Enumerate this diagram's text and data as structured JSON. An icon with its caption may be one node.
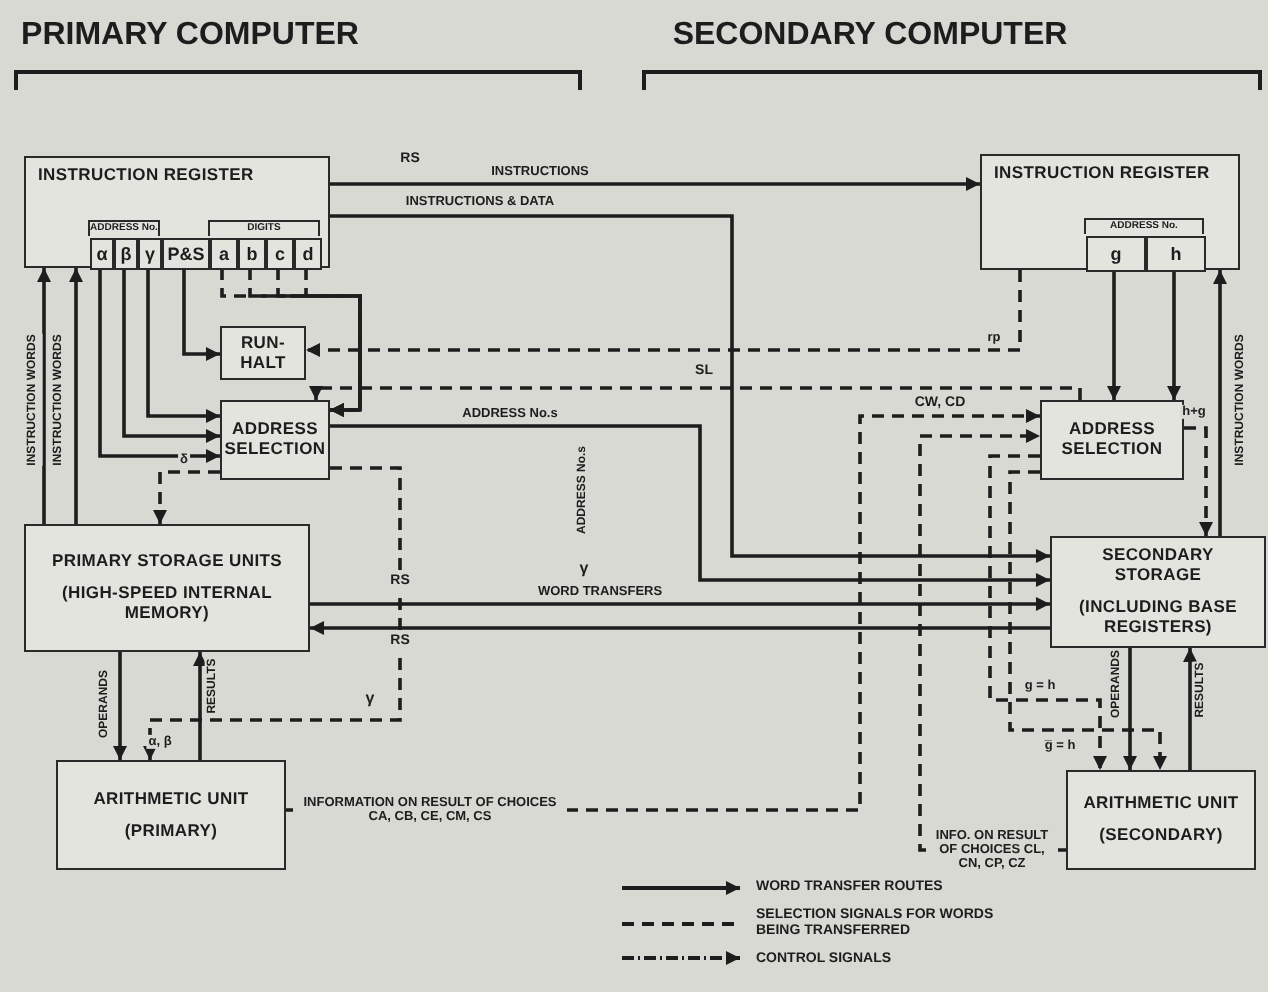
{
  "diagram": {
    "nodes": [
      {
        "text": [
          "INSTRUCTION REGISTER"
        ]
      },
      {
        "text": [
          "α"
        ],
        "in": 0
      },
      {
        "text": [
          "β"
        ],
        "in": 0
      },
      {
        "text": [
          "γ"
        ],
        "in": 0
      },
      {
        "text": [
          "P&S"
        ],
        "in": 0
      },
      {
        "text": [
          "a"
        ],
        "in": 0
      },
      {
        "text": [
          "b"
        ],
        "in": 0
      },
      {
        "text": [
          "c"
        ],
        "in": 0
      },
      {
        "text": [
          "d"
        ],
        "in": 0
      },
      {
        "text": [
          "RUN- HALT"
        ]
      },
      {
        "text": [
          "ADDRESS SELECTION"
        ]
      },
      {
        "text": [
          "PRIMARY STORAGE UNITS",
          "(HIGH-SPEED INTERNAL MEMORY)"
        ]
      },
      {
        "text": [
          "ARITHMETIC UNIT",
          "(PRIMARY)"
        ]
      },
      {
        "text": [
          "INSTRUCTION REGISTER"
        ]
      },
      {
        "text": [
          "g"
        ],
        "in": 13
      },
      {
        "text": [
          "h"
        ],
        "in": 13
      },
      {
        "text": [
          "ADDRESS SELECTION"
        ]
      },
      {
        "text": [
          "SECONDARY STORAGE",
          "(INCLUDING BASE REGISTERS)"
        ]
      },
      {
        "text": [
          "ARITHMETIC UNIT",
          "(SECONDARY)"
        ]
      }
    ],
    "edges": [
      {
        "from": 0,
        "to": 13,
        "arrow": "to",
        "label": "INSTRUCTIONS"
      },
      {
        "from": 0,
        "to": 17,
        "arrow": "to",
        "label": "INSTRUCTIONS & DATA"
      },
      {
        "from": 1,
        "to": 10,
        "arrow": "to"
      },
      {
        "from": 2,
        "to": 10,
        "arrow": "to"
      },
      {
        "from": 3,
        "to": 10,
        "arrow": "to"
      },
      {
        "from": 4,
        "to": 9,
        "arrow": "to"
      },
      {
        "from": 5,
        "to": 10,
        "arrow": "to",
        "style": "dashed"
      },
      {
        "from": 6,
        "to": 10,
        "arrow": "to",
        "style": "dashed"
      },
      {
        "from": 7,
        "to": 10,
        "arrow": "to",
        "style": "dashed"
      },
      {
        "from": 8,
        "to": 10,
        "arrow": "to",
        "style": "dashed"
      },
      {
        "from": 13,
        "to": 9,
        "arrow": "to",
        "style": "dashed",
        "label": "rp"
      },
      {
        "from": 10,
        "to": 17,
        "arrow": "to",
        "label": "ADDRESS No.s"
      },
      {
        "from": 11,
        "to": 17,
        "arrow": "to",
        "label": "WORD TRANSFERS"
      },
      {
        "from": 17,
        "to": 11,
        "arrow": "to"
      },
      {
        "from": 11,
        "to": 0,
        "arrow": "to",
        "label": "INSTRUCTION WORDS"
      },
      {
        "from": 11,
        "to": 0,
        "arrow": "to",
        "label": "INSTRUCTION WORDS"
      },
      {
        "from": 10,
        "to": 11,
        "arrow": "to",
        "style": "dashed",
        "label": "δ"
      },
      {
        "from": 10,
        "to": 12,
        "arrow": "to",
        "style": "dashed",
        "label": "α, β"
      },
      {
        "from": 11,
        "to": 12,
        "arrow": "to",
        "label": "OPERANDS"
      },
      {
        "from": 12,
        "to": 11,
        "arrow": "to",
        "label": "RESULTS"
      },
      {
        "from": 12,
        "to": 16,
        "arrow": "to",
        "style": "dashed",
        "label": "INFORMATION ON RESULT OF CHOICES CA, CB, CE, CM, CS"
      },
      {
        "from": 18,
        "to": 16,
        "arrow": "to",
        "style": "dashed",
        "label": "INFO. ON RESULT OF CHOICES CL, CN, CP, CZ"
      },
      {
        "from": 14,
        "to": 16,
        "arrow": "to"
      },
      {
        "from": 15,
        "to": 16,
        "arrow": "to"
      },
      {
        "from": 17,
        "to": 13,
        "arrow": "to",
        "label": "INSTRUCTION WORDS"
      },
      {
        "from": 16,
        "to": 17,
        "arrow": "to",
        "style": "dashed",
        "label": "h+g"
      },
      {
        "from": 17,
        "to": 18,
        "arrow": "to",
        "label": "OPERANDS"
      },
      {
        "from": 18,
        "to": 17,
        "arrow": "to",
        "label": "RESULTS"
      },
      {
        "from": 16,
        "to": 18,
        "arrow": "to",
        "style": "dashed",
        "label": "g = h"
      },
      {
        "from": 16,
        "to": 18,
        "arrow": "to",
        "style": "dashed",
        "label": "g̅ = h"
      },
      {
        "from": 16,
        "to": 10,
        "arrow": "to",
        "style": "dashed"
      }
    ],
    "labels": [
      "PRIMARY COMPUTER",
      "SECONDARY COMPUTER",
      "ADDRESS No.",
      "DIGITS",
      "ADDRESS No.",
      "RS",
      "SL",
      "CW, CD",
      "ADDRESS No.s",
      "γ",
      "RS",
      "RS",
      "γ"
    ],
    "legend": [
      {
        "text": "WORD TRANSFER ROUTES"
      },
      {
        "text": "SELECTION SIGNALS FOR WORDS BEING TRANSFERRED"
      },
      {
        "text": "CONTROL SIGNALS"
      }
    ]
  }
}
